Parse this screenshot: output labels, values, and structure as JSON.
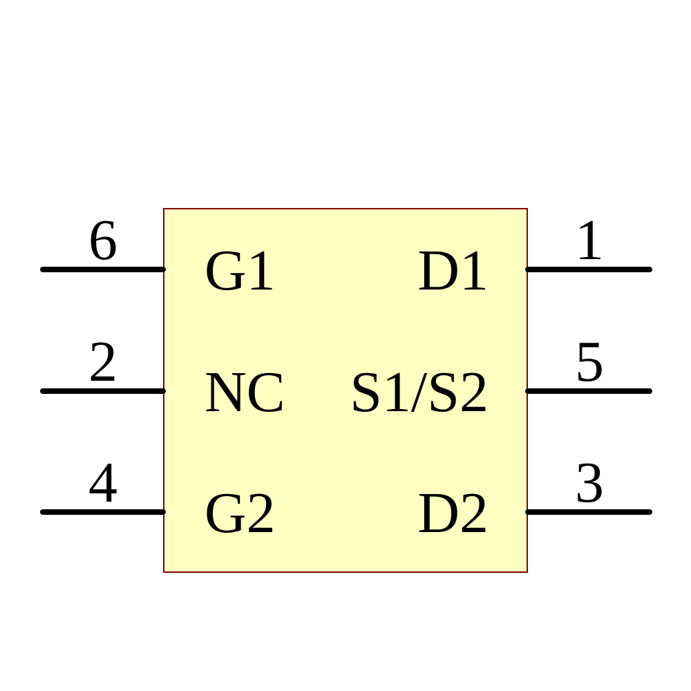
{
  "symbol": {
    "kind": "schematic-component-symbol",
    "body_fill": "#FFFFC2",
    "body_border": "#840000",
    "pin_line_color": "#000000",
    "text_color": "#000000",
    "pins_left": [
      {
        "number": "6",
        "name": "G1"
      },
      {
        "number": "2",
        "name": "NC"
      },
      {
        "number": "4",
        "name": "G2"
      }
    ],
    "pins_right": [
      {
        "number": "1",
        "name": "D1"
      },
      {
        "number": "5",
        "name": "S1/S2"
      },
      {
        "number": "3",
        "name": "D2"
      }
    ]
  }
}
